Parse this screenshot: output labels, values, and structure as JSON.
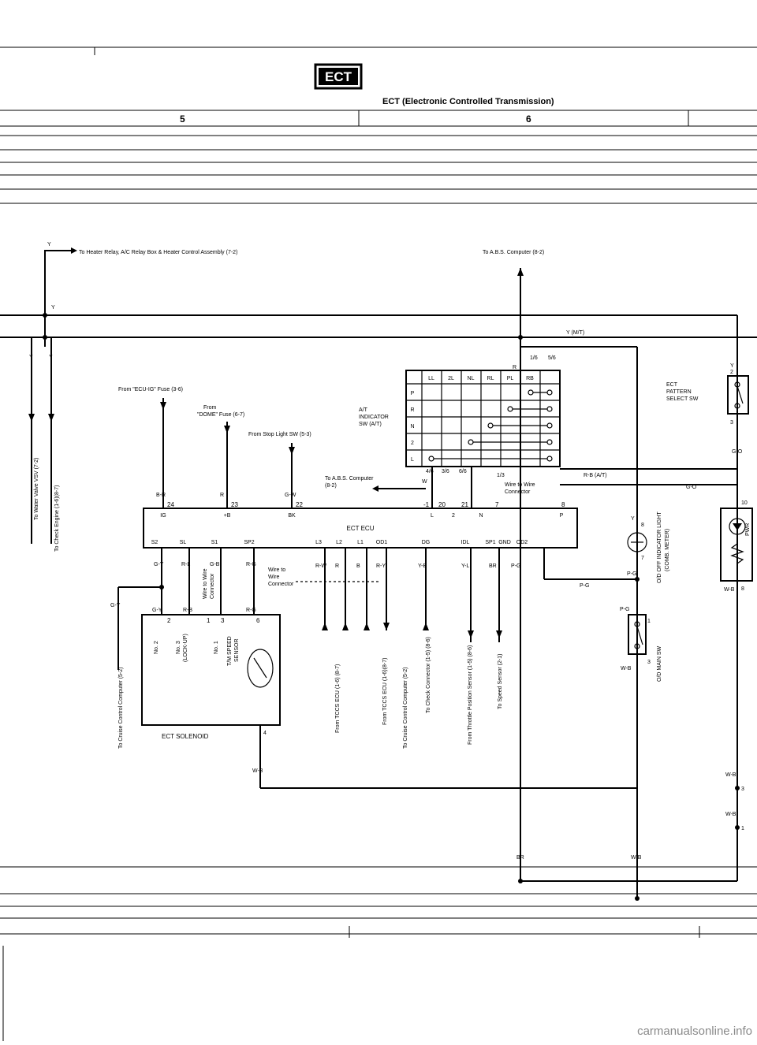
{
  "header": {
    "badge": "ECT",
    "title": "ECT (Electronic Controlled Transmission)",
    "col5": "5",
    "col6": "6"
  },
  "labels": {
    "heater_relay": "To Heater Relay, A/C Relay Box & Heater Control Assembly (7-2)",
    "abs_top": "To A.B.S. Computer (8-2)",
    "ecu_ig_fuse": "From \"ECU-IG\" Fuse (3-6)",
    "from": "From",
    "dome_fuse": "\"DOME\" Fuse (6-7)",
    "stop_light": "From Stop Light SW (5-3)",
    "abs_left_1": "To A.B.S. Computer",
    "abs_left_2": "(8-2)",
    "at_ind_1": "A/T",
    "at_ind_2": "INDICATOR",
    "at_ind_3": "SW (A/T)",
    "y_mt": "Y   (M/T)",
    "rb_at": "R-B (A/T)",
    "ecu": "ECT ECU",
    "ecu_top": [
      "IG",
      "+B",
      "BK",
      "L",
      "2",
      "N",
      "P"
    ],
    "ecu_bottom": [
      "S2",
      "SL",
      "S1",
      "SP2",
      "L3",
      "L2",
      "L1",
      "OD1",
      "DG",
      "IDL",
      "SP1",
      "GND",
      "OD2"
    ],
    "ecu_sel_1": "ECT",
    "ecu_sel_2": "PATTERN",
    "ecu_sel_3": "SELECT SW",
    "wire_to_wire_1": "Wire to Wire",
    "wire_to_wire_2": "Connector",
    "wtw_mid_1": "Wire to",
    "wtw_mid_2": "Wire",
    "wtw_mid_3": "Connector",
    "solenoid_title": "ECT SOLENOID",
    "no2": "No. 2",
    "no3": "No. 3",
    "lockup": "(LOCK-UP)",
    "no1": "No. 1",
    "tm_speed": "T/M SPEED",
    "sensor": "SENSOR",
    "od_light": "O/D OFF INDICATOR LIGHT",
    "comb_meter": "(COMB. METER)",
    "od_main": "O/D MAIN SW",
    "pwr": "PWR",
    "water_valve": "To Water Valve VSV (7-2)",
    "check_engine": "To Check Engine (1-6)(8-7)",
    "cruise_left": "To Cruise Control Computer (5-2)",
    "tccs_1": "From TCCS ECU (1-6) (8-7)",
    "tccs_2": "From TCCS ECU (1-6)(8-7)",
    "cruise_mid": "To Cruise Control Computer (5-2)",
    "check_conn": "To Check Connector (1-5) (8-6)",
    "throttle": "From Throttle Position Sensor (1-5) (8-6)",
    "speed_sensor": "To Speed Sensor (2-1)"
  },
  "at_switch": {
    "cols": [
      "LL",
      "2L",
      "NL",
      "RL",
      "PL",
      "RB"
    ],
    "rows": [
      "P",
      "R",
      "N",
      "2",
      "L"
    ]
  },
  "colors": {
    "line": "#000000",
    "watermark": "#8a8a8a"
  },
  "watermark": "carmanualsonline.info"
}
